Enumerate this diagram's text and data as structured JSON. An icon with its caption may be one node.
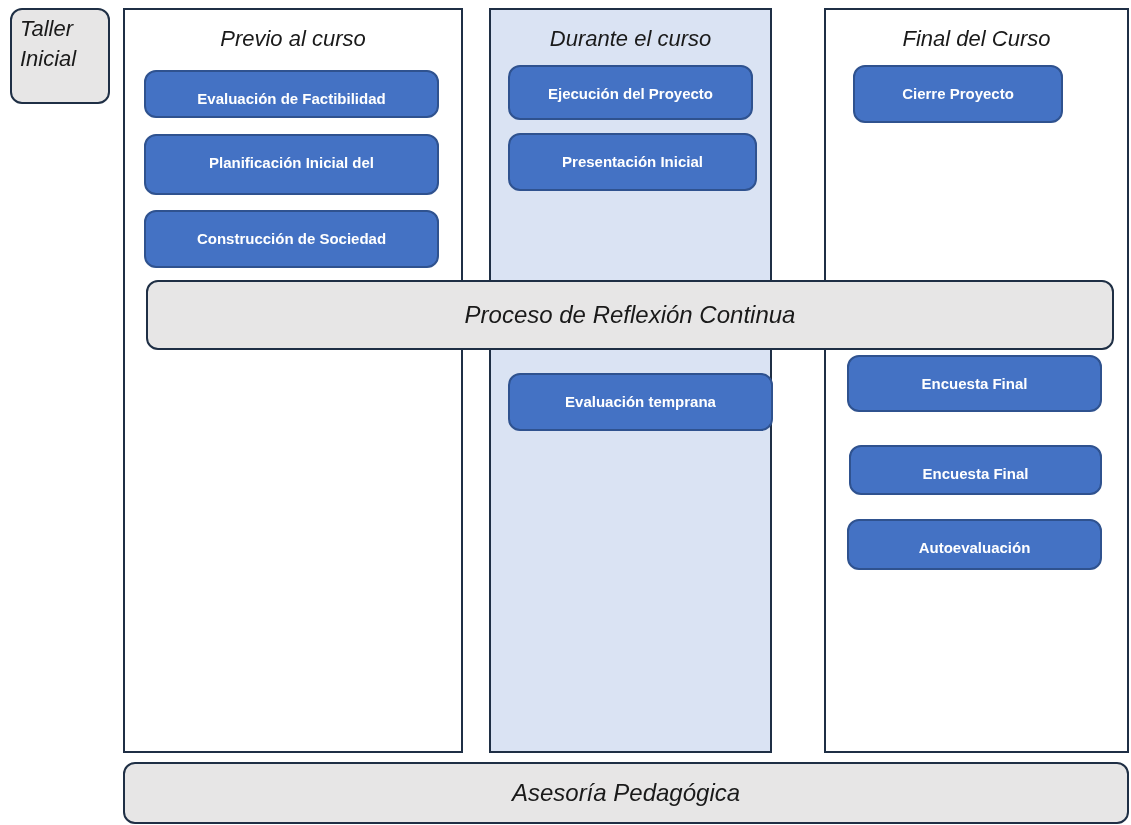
{
  "diagram": {
    "nodes": [
      {
        "text": [
          "Taller Inicial"
        ]
      },
      {
        "text": [
          "Previo al curso"
        ]
      },
      {
        "text": [
          "Evaluación de Factibilidad"
        ],
        "in": 1
      },
      {
        "text": [
          "Planificación Inicial del"
        ],
        "in": 1
      },
      {
        "text": [
          "Construcción de Sociedad"
        ],
        "in": 1
      },
      {
        "text": [
          "Durante el curso"
        ]
      },
      {
        "text": [
          "Ejecución del Proyecto"
        ],
        "in": 5
      },
      {
        "text": [
          "Presentación Inicial"
        ],
        "in": 5
      },
      {
        "text": [
          "Evaluación temprana"
        ],
        "in": 5
      },
      {
        "text": [
          "Final del Curso"
        ]
      },
      {
        "text": [
          "Cierre Proyecto"
        ],
        "in": 9
      },
      {
        "text": [
          "Encuesta Final"
        ],
        "in": 9
      },
      {
        "text": [
          "Encuesta Final"
        ],
        "in": 9
      },
      {
        "text": [
          "Autoevaluación"
        ],
        "in": 9
      },
      {
        "text": [
          "Proceso de Reflexión Continua"
        ]
      },
      {
        "text": [
          "Asesoría Pedagógica"
        ]
      }
    ]
  }
}
